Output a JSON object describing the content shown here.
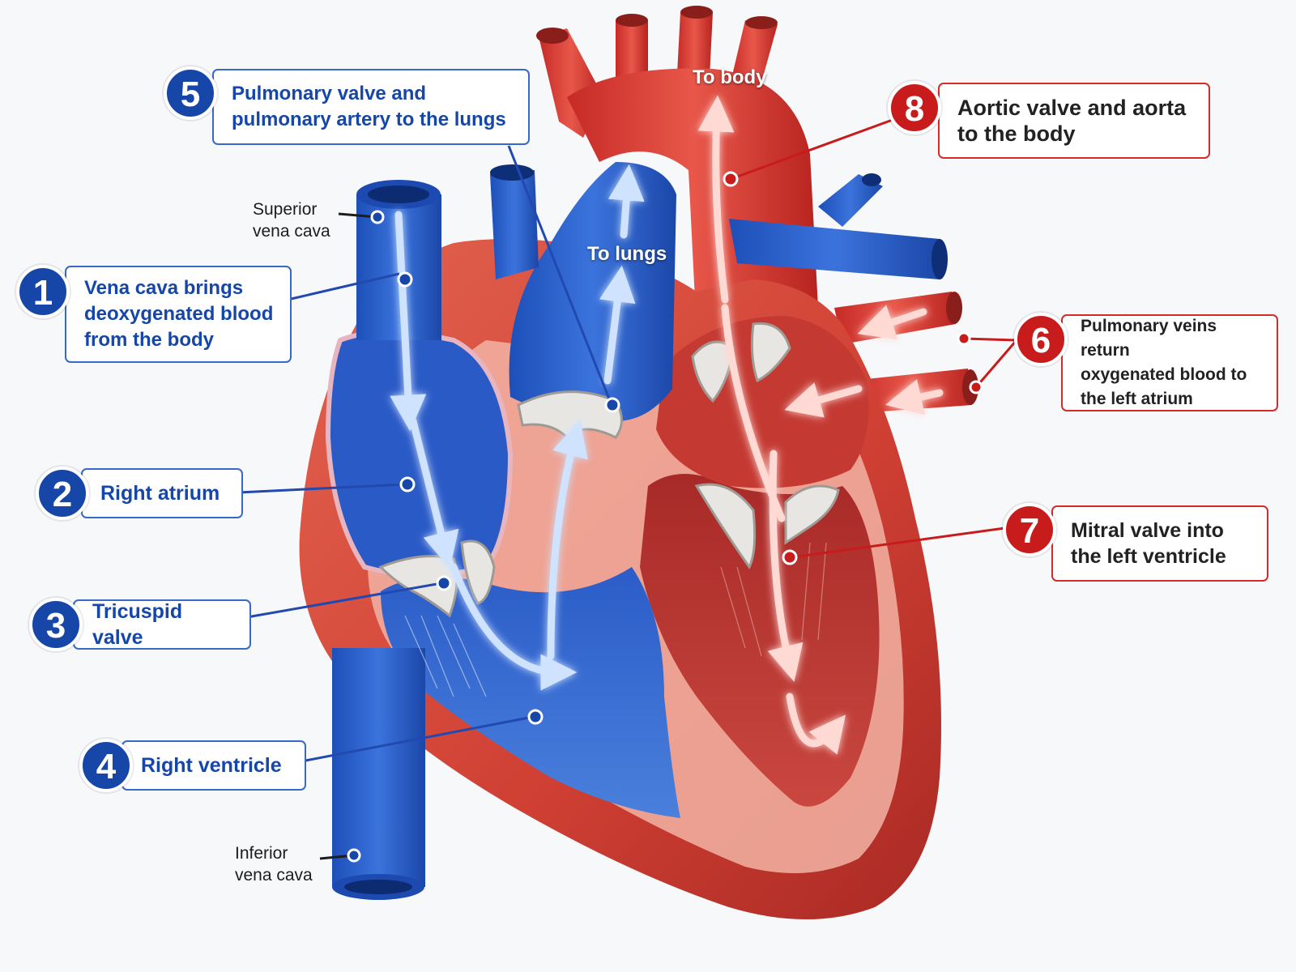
{
  "colors": {
    "deoxygenated": "#2d5fd0",
    "oxygenated": "#d93a35",
    "blue_callout": "#1546a8",
    "red_callout": "#c81c1c",
    "tissue": "#e2897a"
  },
  "callouts": [
    {
      "number": "1",
      "text": "Vena cava brings\ndeoxygenated blood\nfrom the body"
    },
    {
      "number": "2",
      "text": "Right atrium"
    },
    {
      "number": "3",
      "text": "Tricuspid valve"
    },
    {
      "number": "4",
      "text": "Right ventricle"
    },
    {
      "number": "5",
      "text": "Pulmonary valve and\npulmonary artery to the lungs"
    },
    {
      "number": "6",
      "text": "Pulmonary veins return\noxygenated blood to\nthe left atrium"
    },
    {
      "number": "7",
      "text": "Mitral valve into\nthe left ventricle"
    },
    {
      "number": "8",
      "text": "Aortic valve and aorta\nto the body"
    }
  ],
  "labels": {
    "superior_vena_cava": "Superior\nvena cava",
    "inferior_vena_cava": "Inferior\nvena cava",
    "to_body": "To body",
    "to_lungs": "To lungs"
  },
  "icons": {
    "leader_dot": "circle-dot-icon",
    "flow_arrow": "arrow-icon"
  }
}
